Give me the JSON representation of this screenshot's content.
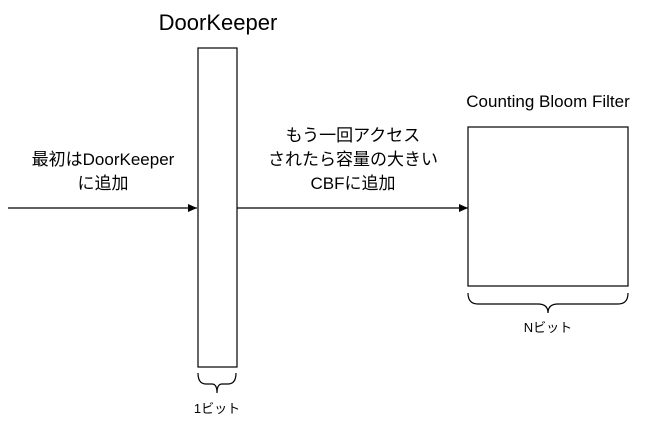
{
  "doorkeeper": {
    "title": "DoorKeeper",
    "width_label": "1ビット"
  },
  "bloom": {
    "title": "Counting Bloom Filter",
    "width_label": "Nビット"
  },
  "input_arrow": {
    "line1": "最初はDoorKeeper",
    "line2": "に追加"
  },
  "middle_arrow": {
    "line1": "もう一回アクセス",
    "line2": "されたら容量の大きい",
    "line3": "CBFに追加"
  },
  "colors": {
    "stroke": "#000000",
    "background": "#ffffff"
  }
}
